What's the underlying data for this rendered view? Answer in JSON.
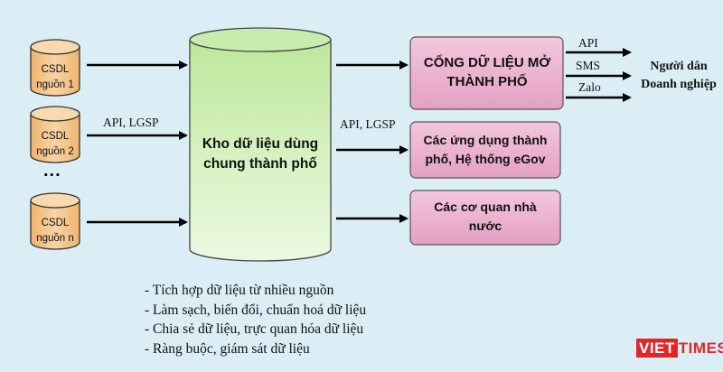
{
  "sources": [
    {
      "line1": "CSDL",
      "line2": "nguồn 1"
    },
    {
      "line1": "CSDL",
      "line2": "nguồn 2"
    },
    {
      "line1": "CSDL",
      "line2": "nguồn n"
    }
  ],
  "sources_ellipsis": "...",
  "edge_labels": {
    "input": "API, LGSP",
    "output": "API, LGSP",
    "api": "API",
    "sms": "SMS",
    "zalo": "Zalo"
  },
  "warehouse": {
    "label": "Kho dữ liệu dùng chung thành phố"
  },
  "targets": {
    "open_data_portal": "CỔNG DỮ LIỆU MỞ THÀNH PHỐ",
    "apps": "Các ứng dụng thành phố, Hệ thống eGov",
    "agencies": "Các cơ quan nhà nước"
  },
  "recipients": {
    "line1": "Người dân",
    "line2": "Doanh nghiệp"
  },
  "notes": [
    "- Tích hợp dữ liệu từ nhiều nguồn",
    "- Làm sạch, biến đổi, chuẩn hoá dữ liệu",
    "- Chia sẻ dữ liệu, trực quan hóa dữ liệu",
    "- Ràng buộc, giám sát dữ liệu"
  ],
  "logo": {
    "part1": "VIET",
    "part2": "TIMES"
  },
  "colors": {
    "background": "#dbeef5",
    "source_fill": "#f4c58a",
    "warehouse_fill": "#c6ecaa",
    "target_fill": "#e7a5c6",
    "arrow": "#000000",
    "logo_red": "#e0262b"
  }
}
